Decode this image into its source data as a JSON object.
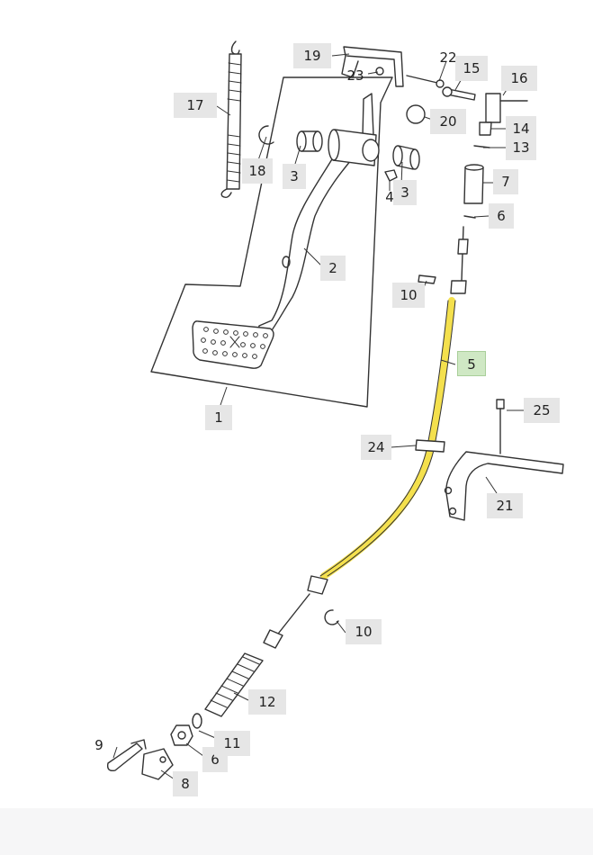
{
  "diagram": {
    "highlight_color": "#f4e04d",
    "label_bg": "#e6e6e6",
    "label_highlight_bg": "#cfe8c4",
    "callouts": [
      {
        "id": "c1",
        "text": "1"
      },
      {
        "id": "c2",
        "text": "2"
      },
      {
        "id": "c3a",
        "text": "3"
      },
      {
        "id": "c3b",
        "text": "3"
      },
      {
        "id": "c4",
        "text": "4"
      },
      {
        "id": "c5",
        "text": "5",
        "highlighted": true
      },
      {
        "id": "c6a",
        "text": "6"
      },
      {
        "id": "c6b",
        "text": "6"
      },
      {
        "id": "c7",
        "text": "7"
      },
      {
        "id": "c8",
        "text": "8"
      },
      {
        "id": "c9",
        "text": "9"
      },
      {
        "id": "c10a",
        "text": "10"
      },
      {
        "id": "c10b",
        "text": "10"
      },
      {
        "id": "c11",
        "text": "11"
      },
      {
        "id": "c12",
        "text": "12"
      },
      {
        "id": "c13",
        "text": "13"
      },
      {
        "id": "c14",
        "text": "14"
      },
      {
        "id": "c15",
        "text": "15"
      },
      {
        "id": "c16",
        "text": "16"
      },
      {
        "id": "c17",
        "text": "17"
      },
      {
        "id": "c18",
        "text": "18"
      },
      {
        "id": "c19",
        "text": "19"
      },
      {
        "id": "c20",
        "text": "20"
      },
      {
        "id": "c21",
        "text": "21"
      },
      {
        "id": "c22",
        "text": "22"
      },
      {
        "id": "c23",
        "text": "23"
      },
      {
        "id": "c24",
        "text": "24"
      },
      {
        "id": "c25",
        "text": "25"
      }
    ]
  }
}
